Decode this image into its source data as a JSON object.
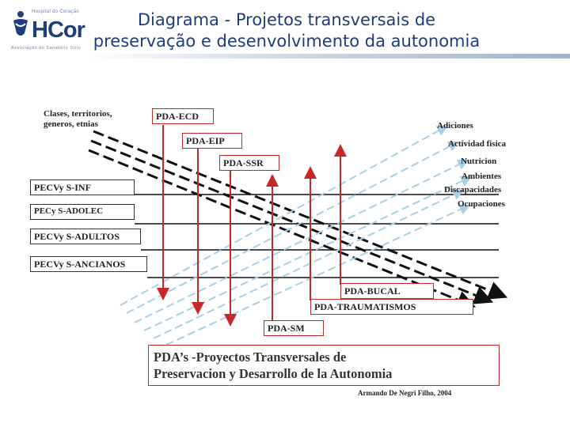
{
  "logo": {
    "small_top": "Hospital do Coração",
    "brand": "HCor",
    "small_bottom": "Associação do Sanatório Sírio"
  },
  "slide_title": "Diagrama - Projetos transversais de preservação e desenvolvimento da autonomia",
  "diagram": {
    "top_left_label": "Clases, territorios, generos, etnias",
    "right_labels": [
      "Adiciones",
      "Actividad fisica",
      "Nutricion",
      "Ambientes",
      "Discapacidades",
      "Ocupaciones"
    ],
    "left_boxes": [
      "PECVy S-INF",
      "PECy S-ADOLEC",
      "PECVy S-ADULTOS",
      "PECVy S-ANCIANOS"
    ],
    "pda_down": [
      "PDA-ECD",
      "PDA-EIP",
      "PDA-SSR"
    ],
    "pda_up": [
      "PDA-BUCAL",
      "PDA-TRAUMATISMOS",
      "PDA-SM"
    ],
    "caption_line1": "PDA’s -Proyectos Transversales de",
    "caption_line2": "Preservacion y Desarrollo de la Autonomia",
    "author": "Armando De Negri Filho, 2004"
  },
  "colors": {
    "title": "#1f3d7a",
    "arrow_red": "#c62828",
    "dashed_light": "#a8cfe6"
  }
}
